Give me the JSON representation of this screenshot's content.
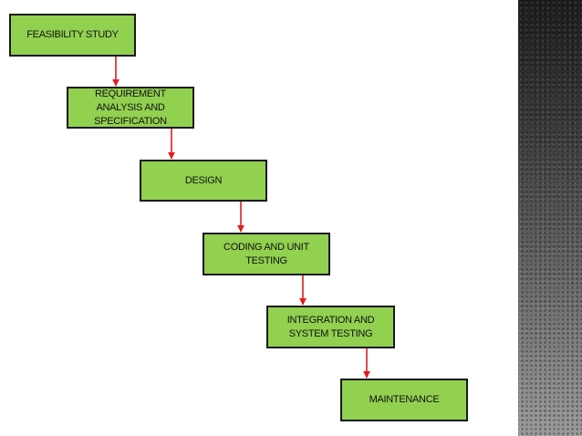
{
  "diagram": {
    "steps": [
      {
        "label": "FEASIBILITY STUDY"
      },
      {
        "label": "REQUIREMENT ANALYSIS AND SPECIFICATION"
      },
      {
        "label": "DESIGN"
      },
      {
        "label": "CODING AND UNIT TESTING"
      },
      {
        "label": "INTEGRATION AND SYSTEM TESTING"
      },
      {
        "label": "MAINTENANCE"
      }
    ],
    "colors": {
      "box_fill": "#92d050",
      "box_border": "#1a1a1a",
      "arrow": "#e31b1b",
      "side_panel": "#3a3a3a"
    }
  }
}
